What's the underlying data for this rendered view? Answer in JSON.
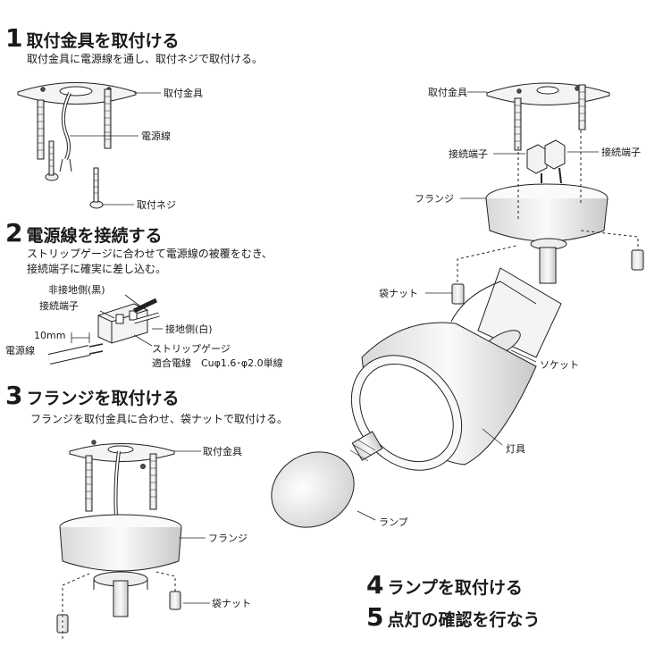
{
  "steps": [
    {
      "num": "1",
      "title": "取付金具を取付ける",
      "desc": [
        "取付金具に電源線を通し、取付ネジで取付ける。"
      ]
    },
    {
      "num": "2",
      "title": "電源線を接続する",
      "desc": [
        "ストリップゲージに合わせて電源線の被覆をむき、",
        "接続端子に確実に差し込む。"
      ]
    },
    {
      "num": "3",
      "title": "フランジを取付ける",
      "desc": [
        "フランジを取付金具に合わせ、袋ナットで取付ける。"
      ]
    },
    {
      "num": "4",
      "title": "ランプを取付ける"
    },
    {
      "num": "5",
      "title": "点灯の確認を行なう"
    }
  ],
  "labels": {
    "bracket": "取付金具",
    "power_wire": "電源線",
    "mount_screw": "取付ネジ",
    "non_ground": "非接地側(黒)",
    "terminal": "接続端子",
    "ground": "接地側(白)",
    "length": "10mm",
    "strip_gauge": "ストリップゲージ",
    "compat_wire": "適合電線　Cuφ1.6･φ2.0単線",
    "flange": "フランジ",
    "cap_nut": "袋ナット",
    "socket": "ソケット",
    "fixture": "灯具",
    "lamp": "ランプ"
  }
}
